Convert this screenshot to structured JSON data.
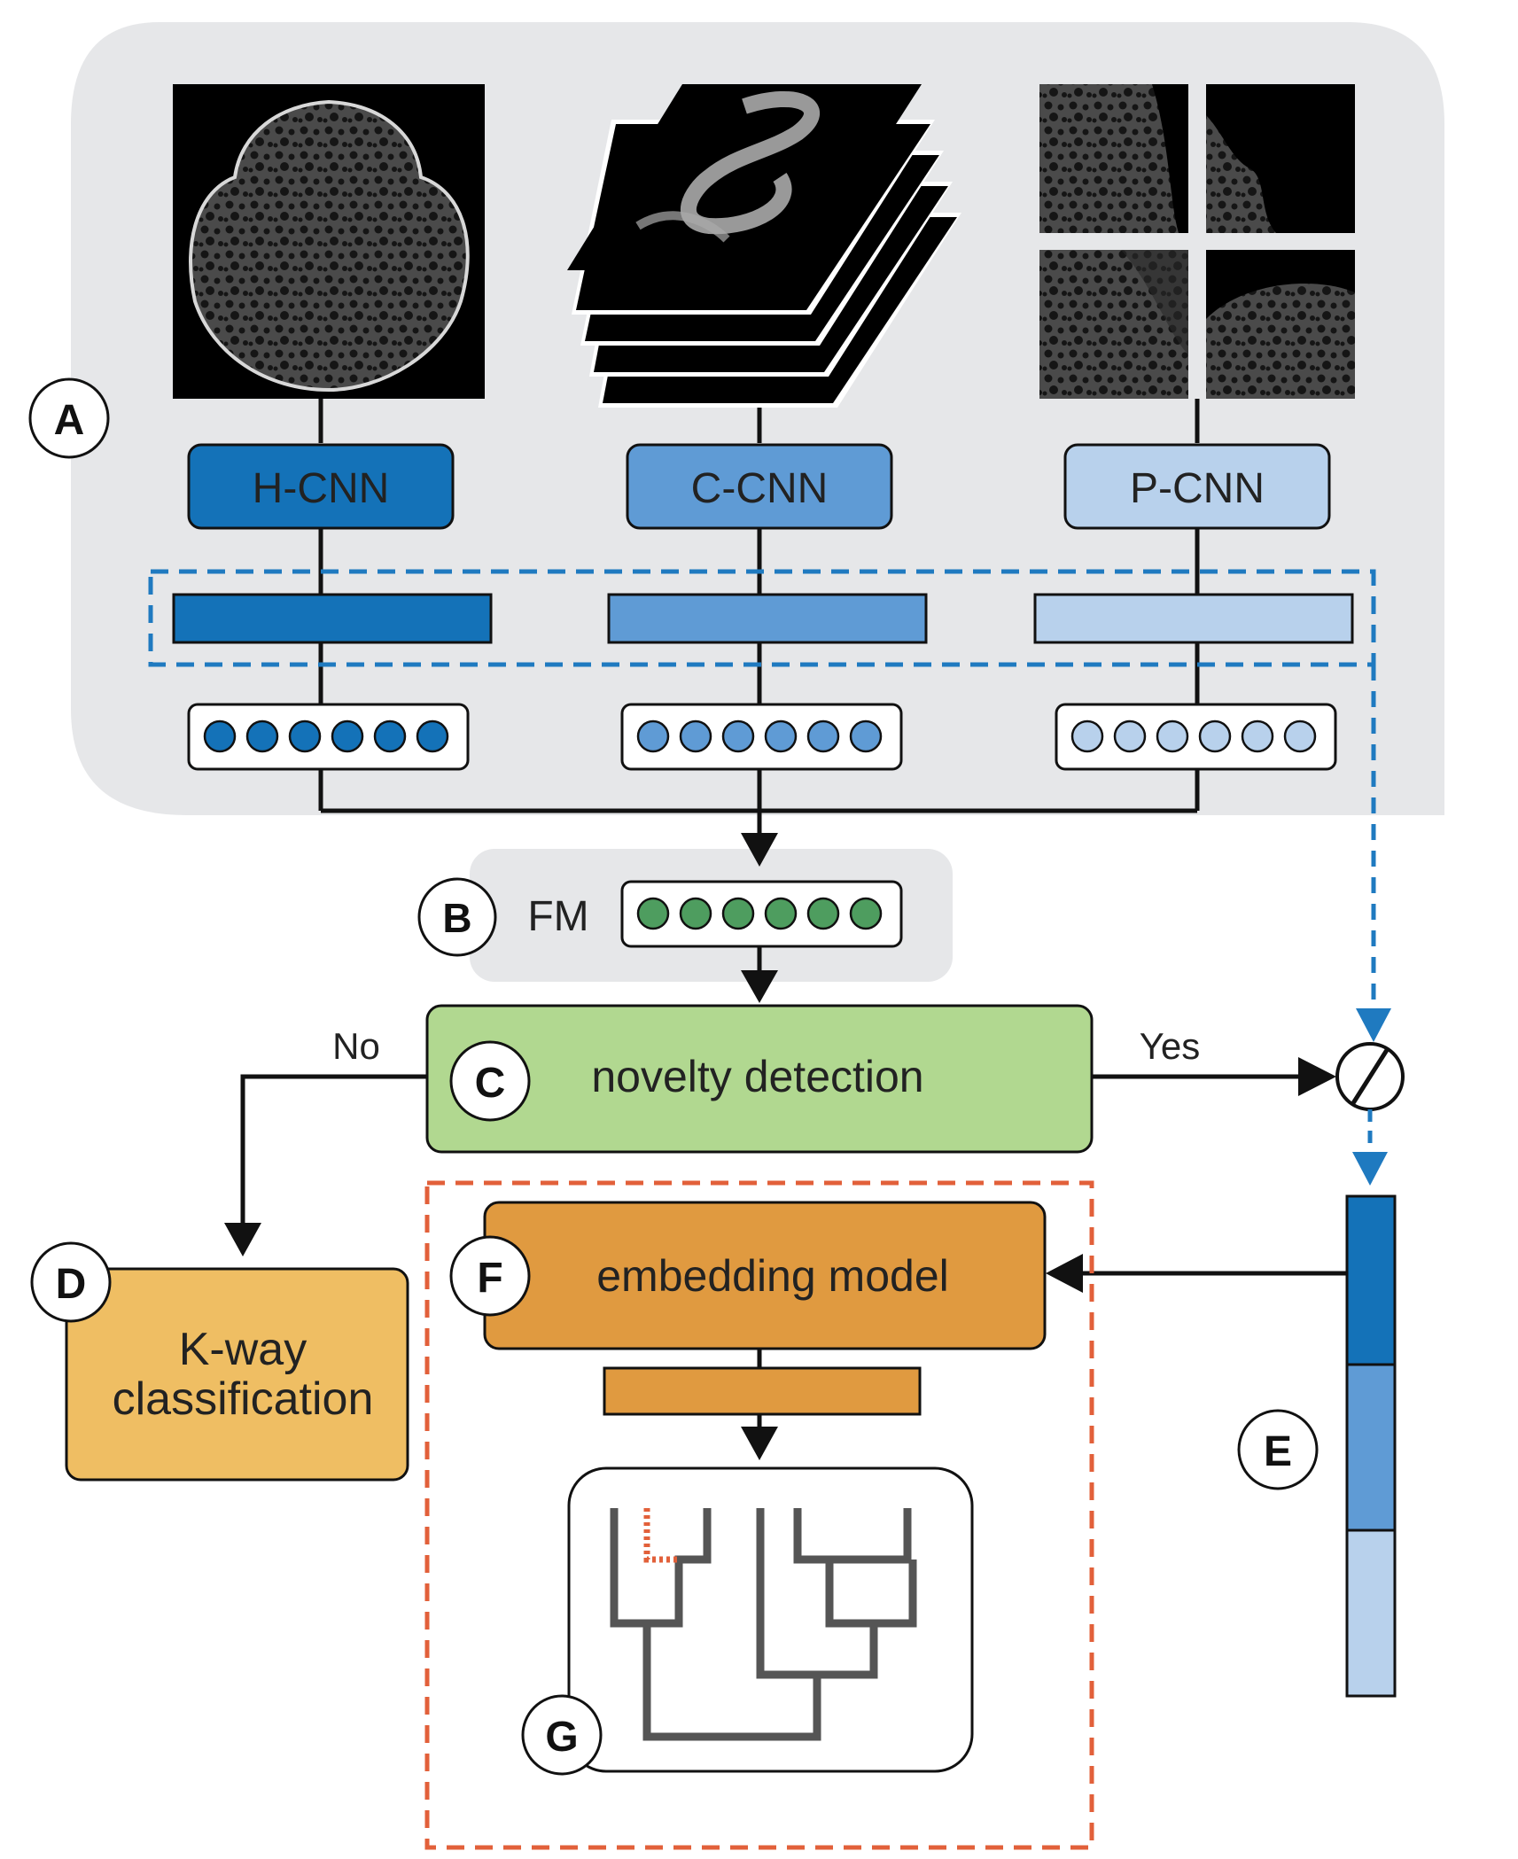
{
  "stage_letters": {
    "a": "A",
    "b": "B",
    "c": "C",
    "d": "D",
    "e": "E",
    "f": "F",
    "g": "G"
  },
  "models": {
    "h": "H-CNN",
    "c": "C-CNN",
    "p": "P-CNN"
  },
  "fm_label": "FM",
  "novelty_label": "novelty detection",
  "no_label": "No",
  "yes_label": "Yes",
  "kway_line1": "K-way",
  "kway_line2": "classification",
  "embedding_label": "embedding model",
  "colors": {
    "panel_bg": "#e6e7e9",
    "h_blue": "#1472b8",
    "c_blue": "#5f9bd5",
    "p_blue": "#b8d1ec",
    "fm_green": "#4e9d5f",
    "novelty_green": "#b1d890",
    "kway_orange": "#efbe63",
    "embed_orange": "#e09a40",
    "red_dash": "#e2603a",
    "tree_gray": "#555555"
  }
}
